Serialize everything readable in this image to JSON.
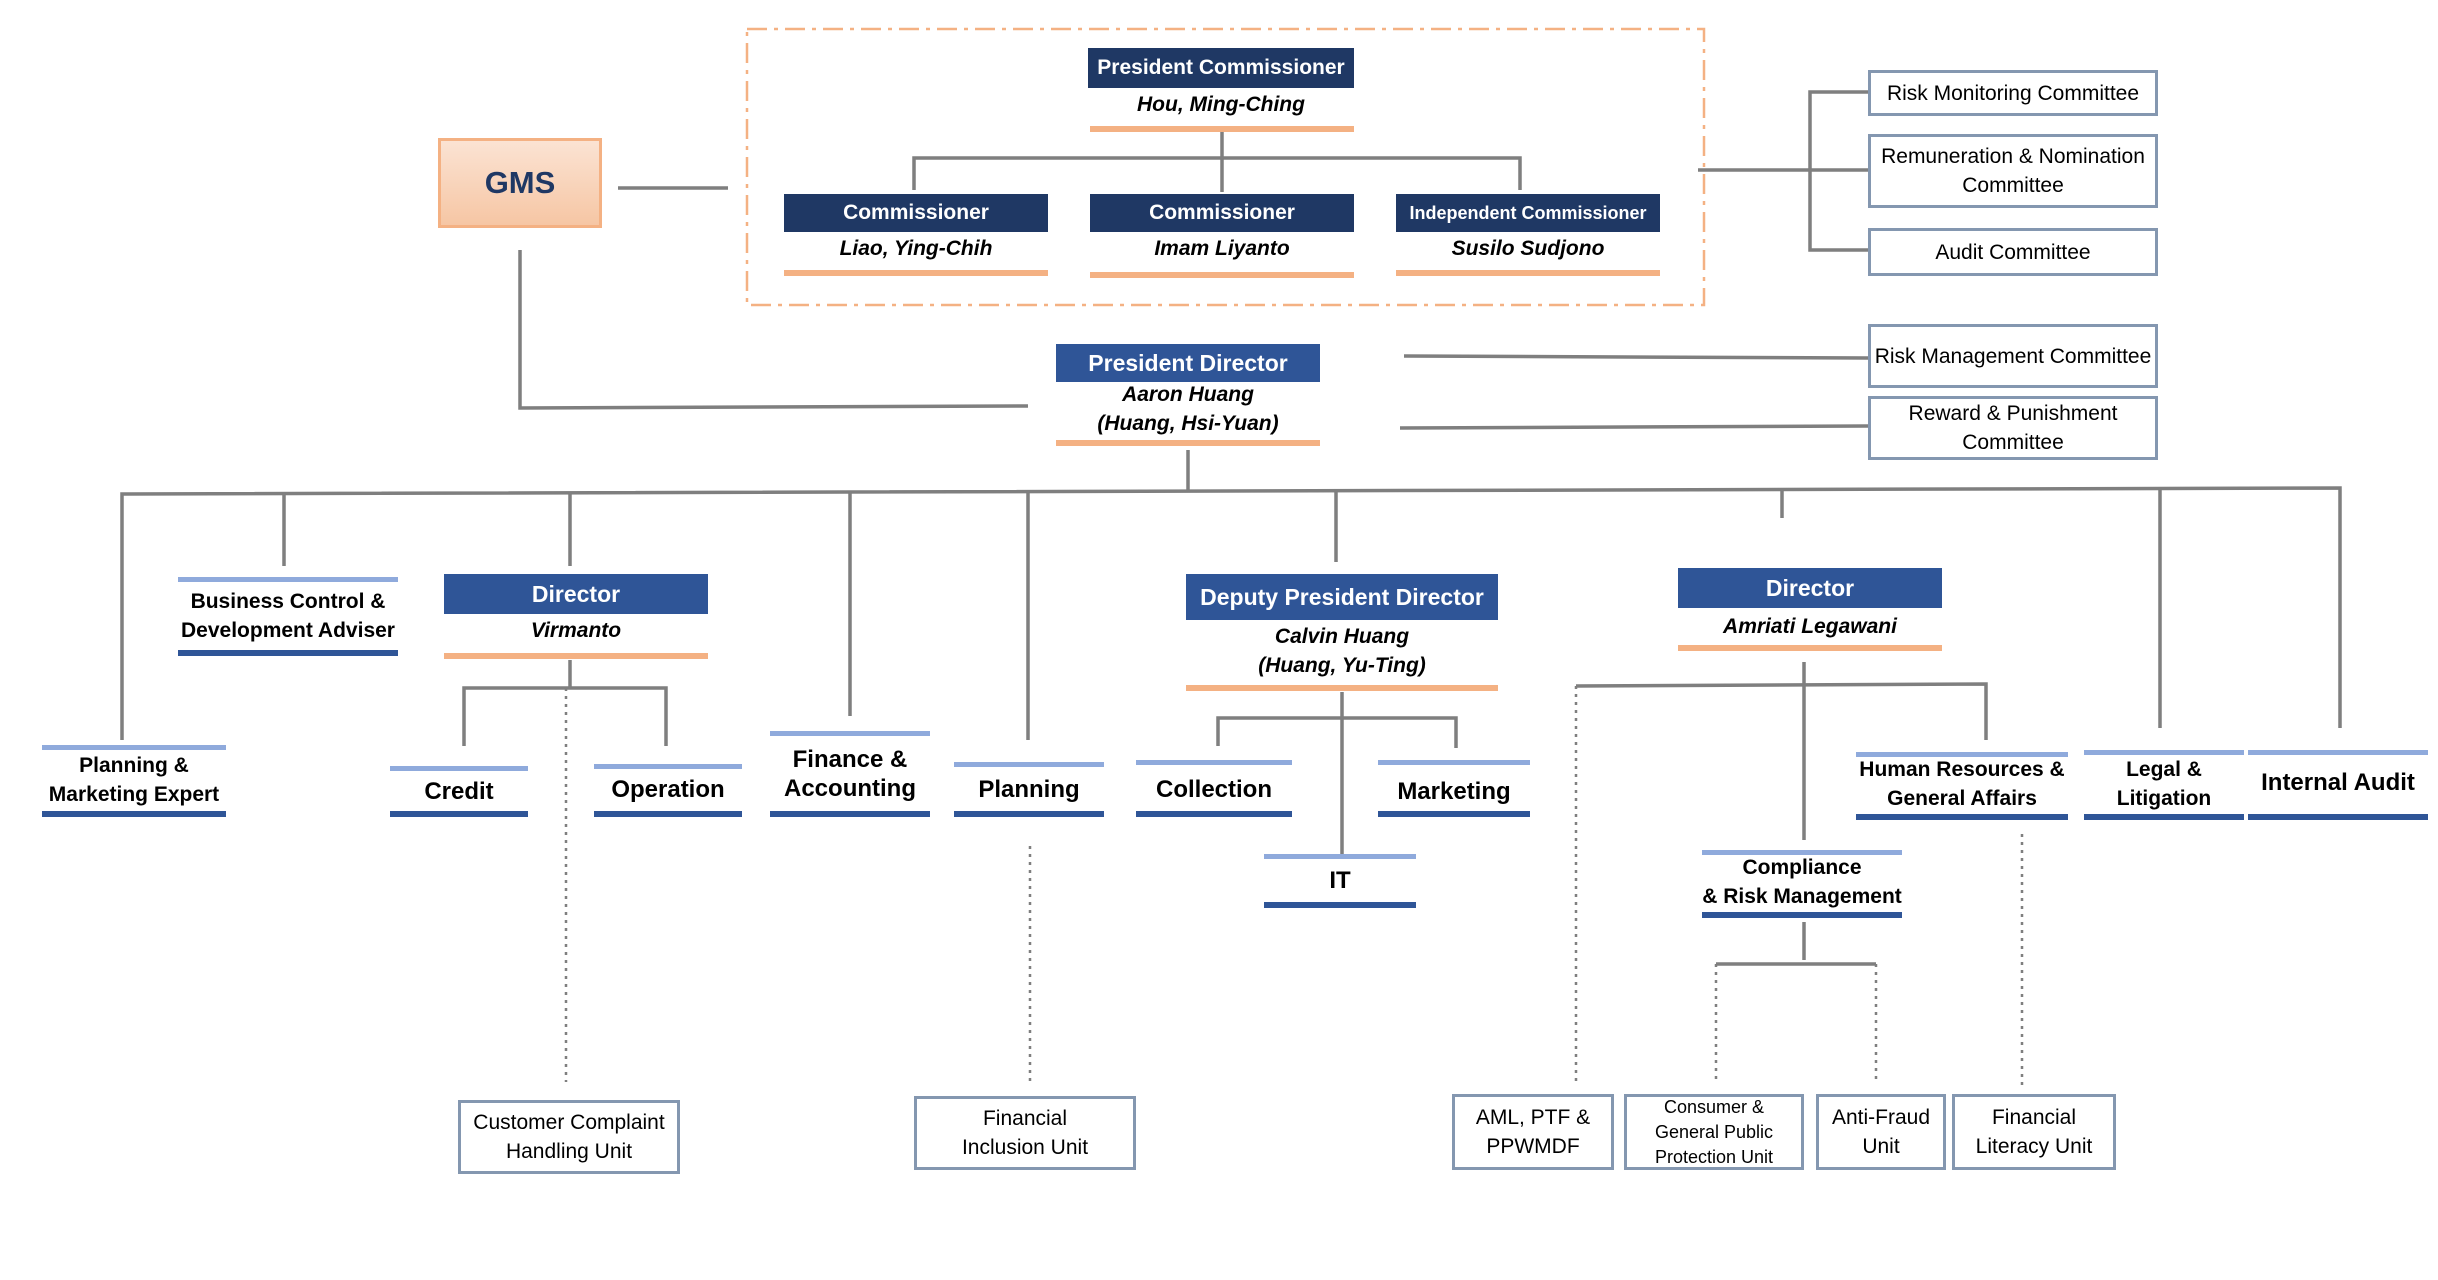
{
  "gms": "GMS",
  "board": {
    "president_commissioner": {
      "title": "President Commissioner",
      "name": "Hou, Ming-Ching"
    },
    "commissioners": [
      {
        "title": "Commissioner",
        "name": "Liao, Ying-Chih"
      },
      {
        "title": "Commissioner",
        "name": "Imam Liyanto"
      },
      {
        "title": "Independent Commissioner",
        "name": "Susilo Sudjono"
      }
    ]
  },
  "board_committees": [
    "Risk Monitoring Committee",
    "Remuneration & Nomination Committee",
    "Audit Committee"
  ],
  "director_committees": [
    "Risk Management Committee",
    "Reward & Punishment Committee"
  ],
  "president_director": {
    "title": "President Director",
    "name_line1": "Aaron Huang",
    "name_line2": "(Huang, Hsi-Yuan)"
  },
  "directors": {
    "left": {
      "title": "Director",
      "name": "Virmanto"
    },
    "deputy": {
      "title": "Deputy President Director",
      "name_line1": "Calvin Huang",
      "name_line2": "(Huang, Yu-Ting)"
    },
    "right": {
      "title": "Director",
      "name": "Amriati Legawani"
    }
  },
  "units": {
    "business_control": {
      "line1": "Business Control &",
      "line2": "Development Adviser"
    },
    "planning_marketing_expert": {
      "line1": "Planning &",
      "line2": "Marketing Expert"
    },
    "credit": "Credit",
    "operation": "Operation",
    "finance_accounting": {
      "line1": "Finance &",
      "line2": "Accounting"
    },
    "planning": "Planning",
    "collection": "Collection",
    "marketing": "Marketing",
    "it": "IT",
    "human_resources": {
      "line1": "Human Resources &",
      "line2": "General Affairs"
    },
    "compliance": {
      "line1": "Compliance",
      "line2": "& Risk Management"
    },
    "legal": {
      "line1": "Legal &",
      "line2": "Litigation"
    },
    "internal_audit": "Internal Audit"
  },
  "sub_units": {
    "customer_complaint": {
      "line1": "Customer Complaint",
      "line2": "Handling Unit"
    },
    "financial_inclusion": {
      "line1": "Financial",
      "line2": "Inclusion Unit"
    },
    "aml": {
      "line1": "AML, PTF &",
      "line2": "PPWMDF"
    },
    "consumer_protection": {
      "line1": "Consumer &",
      "line2": "General Public",
      "line3": "Protection Unit"
    },
    "anti_fraud": {
      "line1": "Anti-Fraud",
      "line2": "Unit"
    },
    "financial_literacy": {
      "line1": "Financial",
      "line2": "Literacy Unit"
    }
  },
  "colors": {
    "navy": "#1f3864",
    "blue": "#2f5597",
    "orange": "#f4b183",
    "line": "#7f7f7f",
    "box_border": "#8497b0",
    "light_blue": "#8faadc"
  }
}
